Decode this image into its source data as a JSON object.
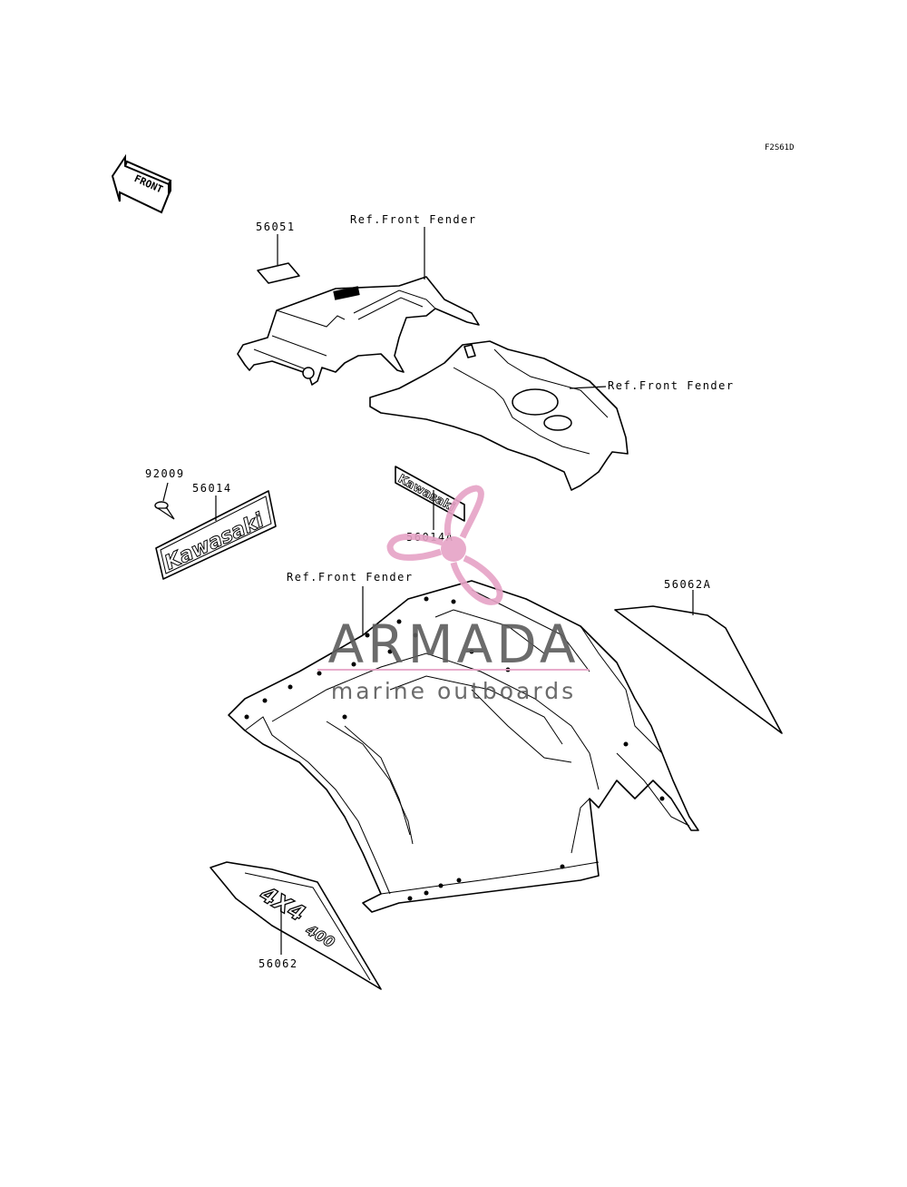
{
  "diagram_code": "F2S61D",
  "direction_marker": "FRONT",
  "labels": {
    "p56051": "56051",
    "ref1": "Ref.Front Fender",
    "ref2": "Ref.Front Fender",
    "p92009": "92009",
    "p56014": "56014",
    "p56014A": "56014A",
    "ref3": "Ref.Front Fender",
    "p56062A": "56062A",
    "p56062": "56062"
  },
  "decal_text": {
    "kawasaki_small": "Kawasaki",
    "kawasaki_large": "Kawasaki",
    "fourbyfour": "4X4",
    "model": "400"
  },
  "watermark": {
    "brand": "ARMADA",
    "tagline": "marine outboards",
    "accent_color": "#e6a3c6",
    "text_color": "#5b5b5b"
  }
}
